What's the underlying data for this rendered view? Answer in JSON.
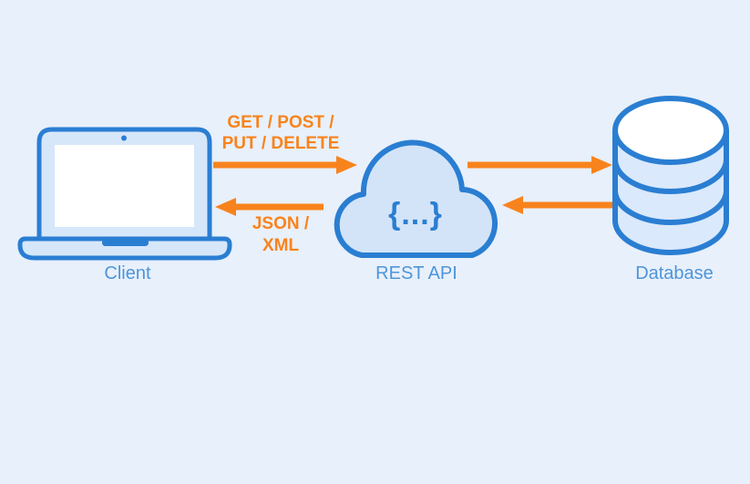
{
  "canvas": {
    "background": "#e8f0fb"
  },
  "colors": {
    "outline_blue": "#2a7ed2",
    "node_fill_blue": "#d6e7fa",
    "screen_white": "#ffffff",
    "label_blue": "#4e95da",
    "arrow_orange": "#f8831d",
    "background": "#e8f0fb"
  },
  "nodes": {
    "client": {
      "label": "Client"
    },
    "api": {
      "label": "REST API",
      "glyph": "{...}"
    },
    "database": {
      "label": "Database"
    }
  },
  "edges": {
    "client_to_api": {
      "label_line1": "GET / POST /",
      "label_line2": "PUT / DELETE"
    },
    "api_to_client": {
      "label_line1": "JSON /",
      "label_line2": "XML"
    }
  }
}
